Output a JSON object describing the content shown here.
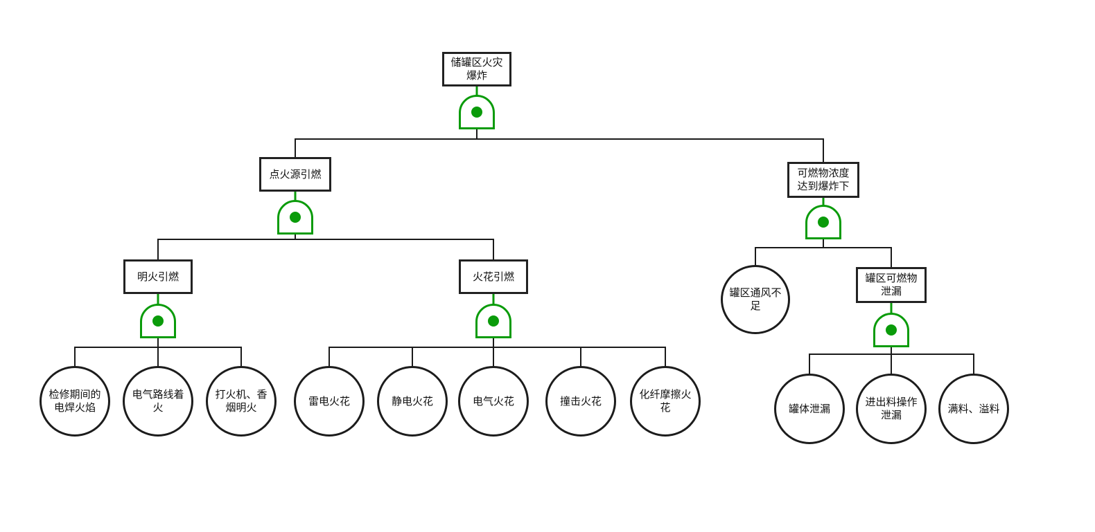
{
  "diagram": {
    "type": "fault-tree",
    "gate_symbol": "AND",
    "colors": {
      "gate_green": "#0a9b0a",
      "line_black": "#1a1a1a",
      "shape_fill": "#ffffff"
    },
    "nodes": {
      "top_event": {
        "label": "储罐区火灾爆炸",
        "shape": "rect"
      },
      "ignition": {
        "label": "点火源引燃",
        "shape": "rect"
      },
      "open_flame": {
        "label": "明火引燃",
        "shape": "rect"
      },
      "spark": {
        "label": "火花引燃",
        "shape": "rect"
      },
      "concentration": {
        "label": "可燃物浓度达到爆炸下",
        "shape": "rect"
      },
      "tank_leak": {
        "label": "罐区可燃物泄漏",
        "shape": "rect"
      },
      "welding": {
        "label": "检修期间的电焊火焰",
        "shape": "circle"
      },
      "wire_fire": {
        "label": "电气路线着火",
        "shape": "circle"
      },
      "lighter": {
        "label": "打火机、香烟明火",
        "shape": "circle"
      },
      "lightning": {
        "label": "雷电火花",
        "shape": "circle"
      },
      "static": {
        "label": "静电火花",
        "shape": "circle"
      },
      "electric": {
        "label": "电气火花",
        "shape": "circle"
      },
      "impact": {
        "label": "撞击火花",
        "shape": "circle"
      },
      "fiber": {
        "label": "化纤摩擦火花",
        "shape": "circle"
      },
      "ventilation": {
        "label": "罐区通风不足",
        "shape": "circle"
      },
      "tank_body": {
        "label": "罐体泄漏",
        "shape": "circle"
      },
      "loading": {
        "label": "进出料操作泄漏",
        "shape": "circle"
      },
      "overfill": {
        "label": "满料、溢料",
        "shape": "circle"
      }
    }
  }
}
